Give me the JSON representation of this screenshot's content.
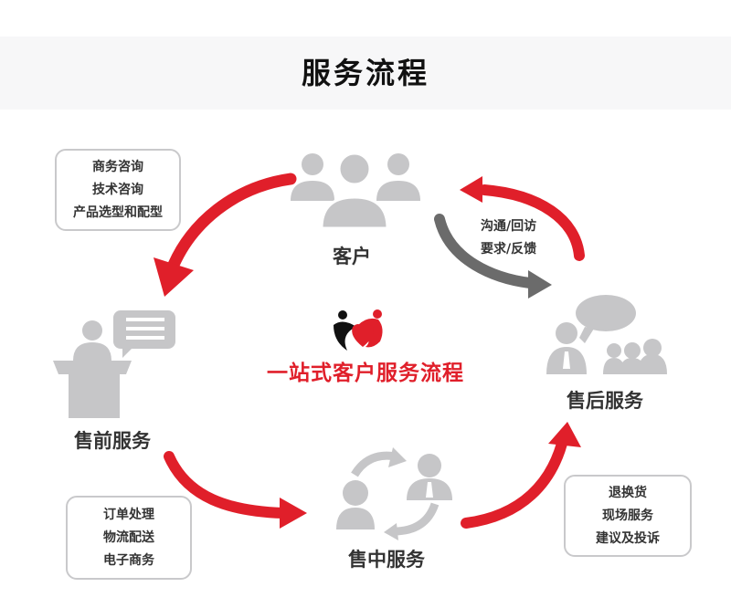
{
  "header": {
    "title": "服务流程"
  },
  "center": {
    "title": "一站式客户服务流程",
    "logo": "heart-people-logo-icon"
  },
  "colors": {
    "accent_red": "#e01f2a",
    "arrow_gray": "#6b6b6b",
    "icon_gray": "#c6c6c8",
    "box_border": "#c9c9cb"
  },
  "nodes": {
    "customer": {
      "label": "客户",
      "icon": "customer-group-icon"
    },
    "pre_sales": {
      "label": "售前服务",
      "icon": "speaker-podium-icon"
    },
    "in_sales": {
      "label": "售中服务",
      "icon": "exchange-people-icon"
    },
    "after_sales": {
      "label": "售后服务",
      "icon": "support-chat-icon"
    }
  },
  "boxes": {
    "pre_sales_items": [
      "商务咨询",
      "技术咨询",
      "产品选型和配型"
    ],
    "in_sales_items": [
      "订单处理",
      "物流配送",
      "电子商务"
    ],
    "after_sales_items": [
      "退换货",
      "现场服务",
      "建议及投诉"
    ]
  },
  "customer_feedback": [
    "沟通/回访",
    "要求/反馈"
  ]
}
